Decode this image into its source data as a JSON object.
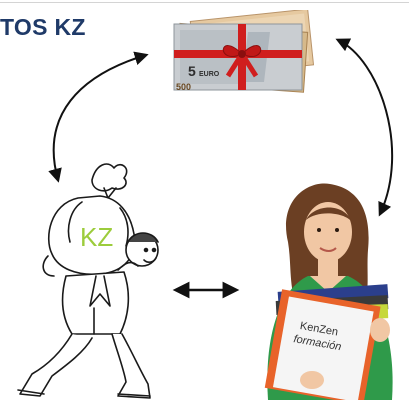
{
  "header": {
    "title": "TOS KZ"
  },
  "money": {
    "denomination": "5",
    "currency": "EURO",
    "back_note": "500"
  },
  "carrier": {
    "bag_label": "KZ"
  },
  "student": {
    "folder_line1": "KenZen",
    "folder_line2": "formación"
  },
  "colors": {
    "title": "#1f3a68",
    "kz_green": "#9ccc3c",
    "ribbon_red": "#d01e1e",
    "shirt_green": "#2f9a4a",
    "folder_orange": "#e8632a",
    "arrow": "#111111"
  }
}
